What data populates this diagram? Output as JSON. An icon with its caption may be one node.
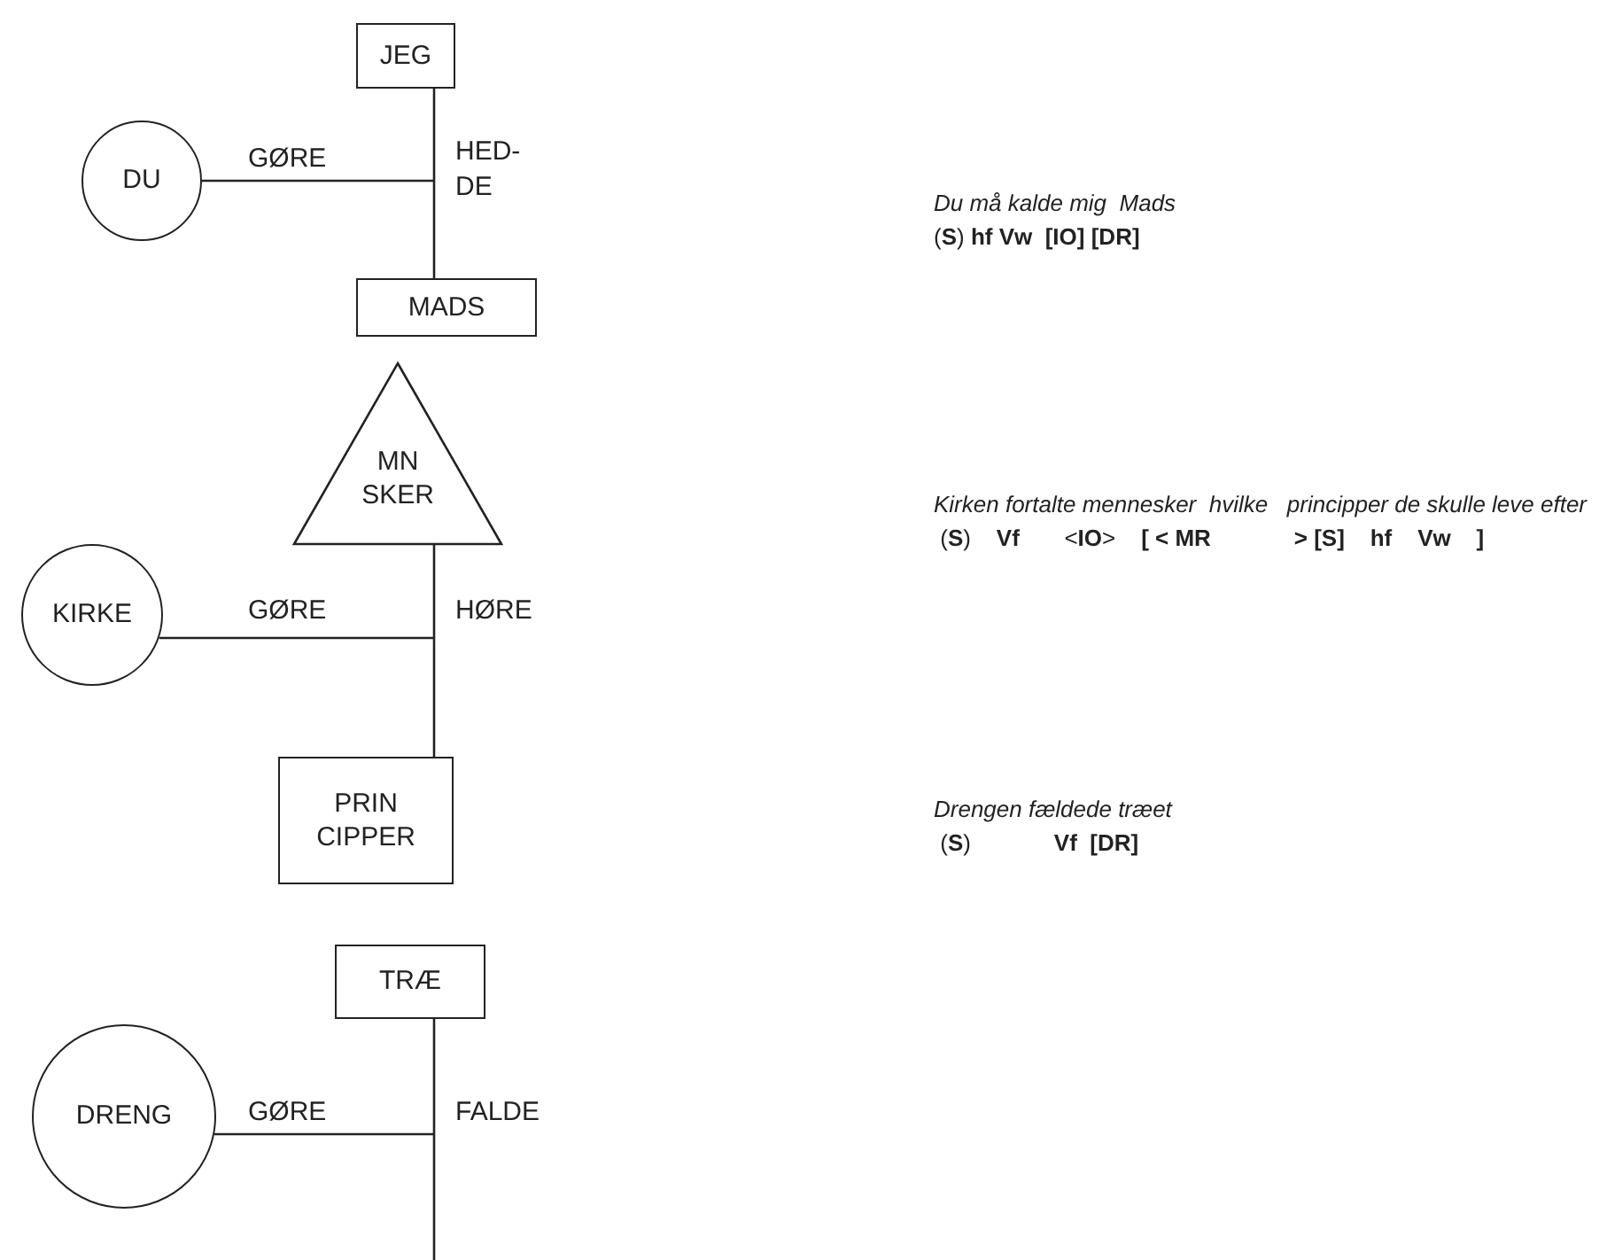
{
  "diagram": {
    "nodes": [
      {
        "text": [
          "JEG"
        ]
      },
      {
        "text": [
          "DU"
        ]
      },
      {
        "text": [
          "MADS"
        ]
      },
      {
        "text": [
          "MN SKER"
        ]
      },
      {
        "text": [
          "KIRKE"
        ]
      },
      {
        "text": [
          "PRIN CIPPER"
        ]
      },
      {
        "text": [
          "TRÆ"
        ]
      },
      {
        "text": [
          "DRENG"
        ]
      }
    ],
    "edges": [
      {
        "from": 0,
        "to": 2,
        "arrow": "none",
        "label": "HED- DE"
      },
      {
        "from": 1,
        "to": null,
        "arrow": "none",
        "label": "GØRE"
      },
      {
        "from": 3,
        "to": 5,
        "arrow": "none",
        "label": "HØRE"
      },
      {
        "from": 4,
        "to": null,
        "arrow": "none",
        "label": "GØRE"
      },
      {
        "from": 6,
        "to": null,
        "arrow": "none",
        "label": "FALDE"
      },
      {
        "from": 7,
        "to": null,
        "arrow": "none",
        "label": "GØRE"
      }
    ],
    "labels": [
      "Du må kalde mig  Mads",
      "(**S**) **hf Vw  [IO] [DR]**",
      "Kirken fortalte mennesker  hvilke   principper de skulle leve efter",
      " (**S**)    **Vf**       <**IO**>    **[ < MR             > [S]    hf    Vw    ]**",
      "Drengen fældede træet",
      " (**S**)             **Vf  [DR]**"
    ]
  }
}
